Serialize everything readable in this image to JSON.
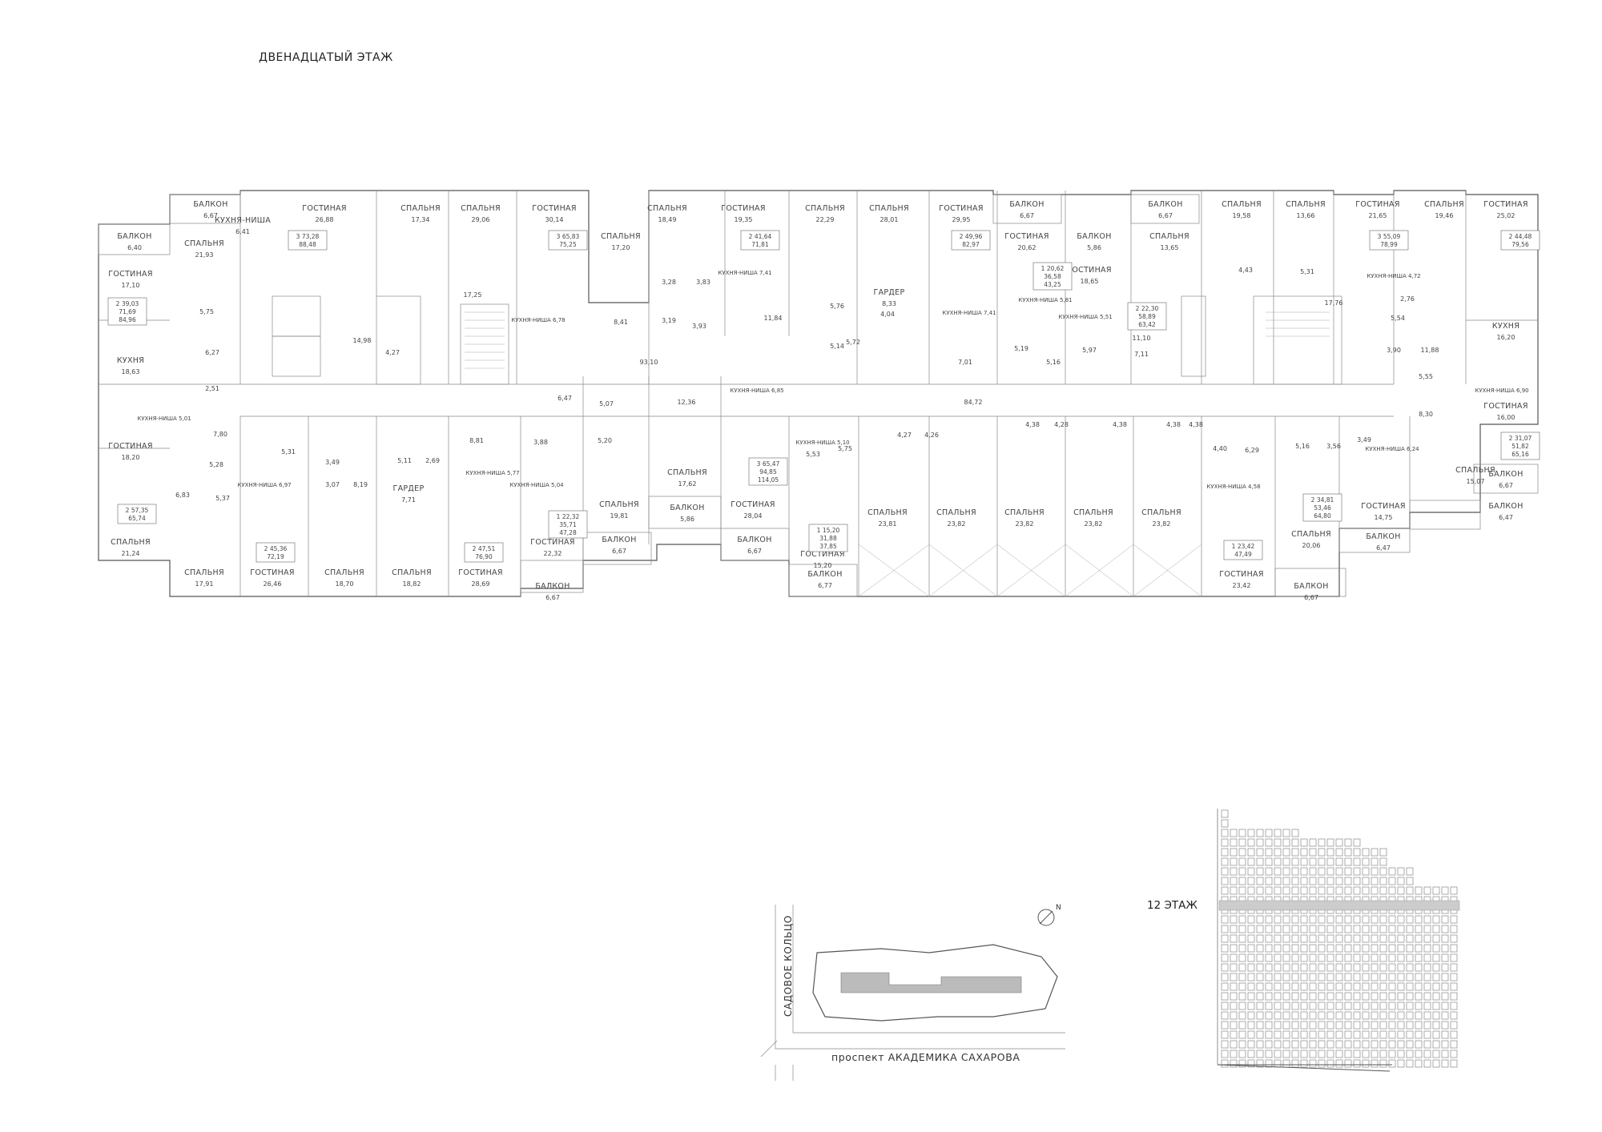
{
  "title": "ДВЕНАДЦАТЫЙ ЭТАЖ",
  "floor_marker": "12 ЭТАЖ",
  "site": {
    "street_vertical": "САДОВОЕ КОЛЬЦО",
    "street_horizontal": "проспект АКАДЕМИКА САХАРОВА",
    "north": "N"
  },
  "rooms": [
    {
      "name": "БАЛКОН",
      "area": "6,67"
    },
    {
      "name": "БАЛКОН",
      "area": "6,40"
    },
    {
      "name": "СПАЛЬНЯ",
      "area": "21,93"
    },
    {
      "name": "ГОСТИНАЯ",
      "area": "17,10"
    },
    {
      "name": "КУХНЯ",
      "area": "18,63"
    },
    {
      "name": "ГОСТИНАЯ",
      "area": "18,20"
    },
    {
      "name": "СПАЛЬНЯ",
      "area": "21,24"
    },
    {
      "name": "КУХНЯ-НИША",
      "area": "6,41"
    },
    {
      "name": "ГОСТИНАЯ",
      "area": "26,88"
    },
    {
      "name": "СПАЛЬНЯ",
      "area": "17,34"
    },
    {
      "name": "СПАЛЬНЯ",
      "area": "29,06"
    },
    {
      "name": "ГОСТИНАЯ",
      "area": "30,14"
    },
    {
      "name": "СПАЛЬНЯ",
      "area": "17,20"
    },
    {
      "name": "СПАЛЬНЯ",
      "area": "18,49"
    },
    {
      "name": "ГОСТИНАЯ",
      "area": "19,35"
    },
    {
      "name": "СПАЛЬНЯ",
      "area": "22,29"
    },
    {
      "name": "СПАЛЬНЯ",
      "area": "28,01"
    },
    {
      "name": "ГОСТИНАЯ",
      "area": "29,95"
    },
    {
      "name": "БАЛКОН",
      "area": "6,67"
    },
    {
      "name": "ГОСТИНАЯ",
      "area": "20,62"
    },
    {
      "name": "БАЛКОН",
      "area": "5,86"
    },
    {
      "name": "ГОСТИНАЯ",
      "area": "18,65"
    },
    {
      "name": "БАЛКОН",
      "area": "6,67"
    },
    {
      "name": "СПАЛЬНЯ",
      "area": "13,65"
    },
    {
      "name": "СПАЛЬНЯ",
      "area": "19,58"
    },
    {
      "name": "СПАЛЬНЯ",
      "area": "13,66"
    },
    {
      "name": "ГОСТИНАЯ",
      "area": "21,65"
    },
    {
      "name": "СПАЛЬНЯ",
      "area": "19,46"
    },
    {
      "name": "ГОСТИНАЯ",
      "area": "25,02"
    },
    {
      "name": "КУХНЯ",
      "area": "16,20"
    },
    {
      "name": "ГОСТИНАЯ",
      "area": "16,00"
    },
    {
      "name": "СПАЛЬНЯ",
      "area": "15,07"
    },
    {
      "name": "БАЛКОН",
      "area": "6,67"
    },
    {
      "name": "БАЛКОН",
      "area": "6,47"
    },
    {
      "name": "ГОСТИНАЯ",
      "area": "14,75"
    },
    {
      "name": "БАЛКОН",
      "area": "6,47"
    },
    {
      "name": "СПАЛЬНЯ",
      "area": "20,06"
    },
    {
      "name": "БАЛКОН",
      "area": "6,67"
    },
    {
      "name": "ГОСТИНАЯ",
      "area": "23,42"
    },
    {
      "name": "СПАЛЬНЯ",
      "area": "23,82"
    },
    {
      "name": "СПАЛЬНЯ",
      "area": "23,82"
    },
    {
      "name": "СПАЛЬНЯ",
      "area": "23,82"
    },
    {
      "name": "СПАЛЬНЯ",
      "area": "23,82"
    },
    {
      "name": "СПАЛЬНЯ",
      "area": "23,81"
    },
    {
      "name": "ГОСТИНАЯ",
      "area": "15,20"
    },
    {
      "name": "БАЛКОН",
      "area": "6,77"
    },
    {
      "name": "ГОСТИНАЯ",
      "area": "28,04"
    },
    {
      "name": "БАЛКОН",
      "area": "6,67"
    },
    {
      "name": "СПАЛЬНЯ",
      "area": "17,62"
    },
    {
      "name": "БАЛКОН",
      "area": "5,86"
    },
    {
      "name": "СПАЛЬНЯ",
      "area": "19,81"
    },
    {
      "name": "БАЛКОН",
      "area": "6,67"
    },
    {
      "name": "ГОСТИНАЯ",
      "area": "22,32"
    },
    {
      "name": "БАЛКОН",
      "area": "6,67"
    },
    {
      "name": "ГОСТИНАЯ",
      "area": "28,69"
    },
    {
      "name": "СПАЛЬНЯ",
      "area": "18,82"
    },
    {
      "name": "СПАЛЬНЯ",
      "area": "18,70"
    },
    {
      "name": "ГОСТИНАЯ",
      "area": "26,46"
    },
    {
      "name": "СПАЛЬНЯ",
      "area": "17,91"
    },
    {
      "name": "ГАРДЕР",
      "area": "7,71"
    },
    {
      "name": "ГАРДЕР",
      "area": "8,33"
    }
  ],
  "small_labels": [
    "КУХНЯ-НИША 6,78",
    "КУХНЯ-НИША 7,41",
    "КУХНЯ-НИША 7,41",
    "КУХНЯ-НИША 5,81",
    "КУХНЯ-НИША 5,51",
    "КУХНЯ-НИША 4,72",
    "КУХНЯ-НИША 6,90",
    "КУХНЯ-НИША 6,24",
    "КУХНЯ-НИША 5,01",
    "КУХНЯ-НИША 6,97",
    "КУХНЯ-НИША 5,77",
    "КУХНЯ-НИША 5,04",
    "КУХНЯ-НИША 6,85",
    "КУХНЯ-НИША 5,10",
    "КУХНЯ-НИША 4,58"
  ],
  "areas": [
    "17,25",
    "14,98",
    "8,41",
    "93,10",
    "11,84",
    "84,72",
    "11,10",
    "17,76",
    "11,88",
    "8,30",
    "12,36",
    "7,80",
    "8,81",
    "6,47",
    "5,31",
    "6,27",
    "5,75",
    "2,51",
    "6,83",
    "5,37",
    "5,28",
    "4,27",
    "3,28",
    "3,83",
    "3,19",
    "3,93",
    "5,76",
    "5,72",
    "4,04",
    "5,14",
    "7,01",
    "5,19",
    "5,16",
    "5,97",
    "7,11",
    "5,31",
    "4,43",
    "5,54",
    "3,90",
    "2,76",
    "5,55",
    "5,16",
    "3,56",
    "3,49",
    "4,40",
    "6,29",
    "4,38",
    "4,28",
    "4,38",
    "4,38",
    "4,38",
    "4,27",
    "4,26",
    "5,53",
    "5,75",
    "3,88",
    "5,07",
    "5,20",
    "3,49",
    "3,07",
    "8,19",
    "5,11",
    "2,69"
  ],
  "apartments": [
    {
      "rooms": "2",
      "area": "39,03",
      "total": "71,69",
      "ext": "84,96"
    },
    {
      "rooms": "3",
      "area": "73,28",
      "total": "88,48"
    },
    {
      "rooms": "3",
      "area": "65,83",
      "total": "75,25"
    },
    {
      "rooms": "2",
      "area": "41,64",
      "total": "71,81"
    },
    {
      "rooms": "2",
      "area": "49,96",
      "total": "82,97"
    },
    {
      "rooms": "1",
      "area": "20,62",
      "total": "36,58",
      "ext": "43,25"
    },
    {
      "rooms": "2",
      "area": "22,30",
      "total": "58,89",
      "ext": "63,42"
    },
    {
      "rooms": "3",
      "area": "55,09",
      "total": "78,99"
    },
    {
      "rooms": "2",
      "area": "44,48",
      "total": "79,56"
    },
    {
      "rooms": "2",
      "area": "31,07",
      "total": "51,82",
      "ext": "65,16"
    },
    {
      "rooms": "2",
      "area": "34,81",
      "total": "53,46",
      "ext": "64,80"
    },
    {
      "rooms": "1",
      "area": "23,42",
      "total": "47,49"
    },
    {
      "rooms": "1",
      "area": "15,20",
      "total": "31,88",
      "ext": "37,85"
    },
    {
      "rooms": "3",
      "area": "65,47",
      "total": "94,85",
      "ext": "114,05"
    },
    {
      "rooms": "1",
      "area": "22,32",
      "total": "35,71",
      "ext": "47,28"
    },
    {
      "rooms": "2",
      "area": "47,51",
      "total": "76,90"
    },
    {
      "rooms": "2",
      "area": "45,36",
      "total": "72,19"
    },
    {
      "rooms": "2",
      "area": "57,35",
      "total": "65,74"
    }
  ]
}
